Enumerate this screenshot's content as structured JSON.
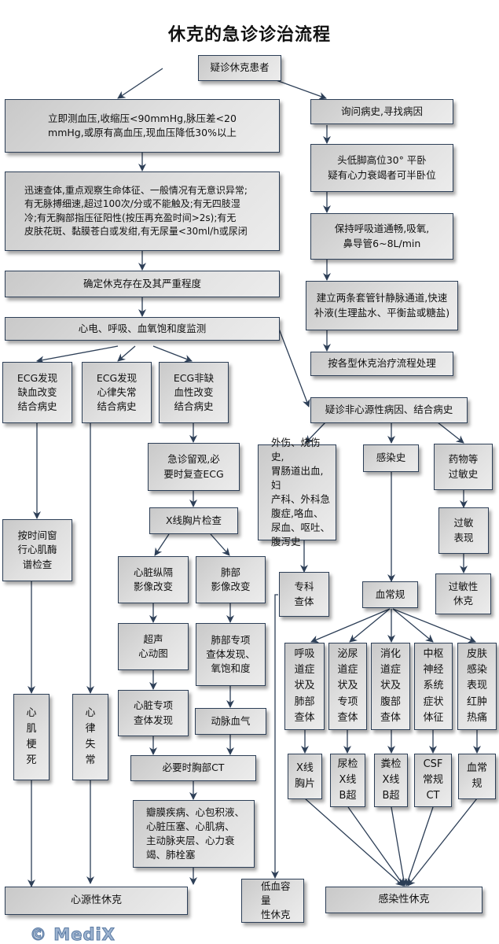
{
  "title": "休克的急诊诊治流程",
  "colors": {
    "line": "#2d3f57",
    "box_border": "#2d3f57",
    "box_fill": "#d9d9d9"
  },
  "nodes": {
    "start": "疑诊休克患者",
    "bp": "立即测血压,收缩压<90mmHg,脉压差<20\nmmHg,或原有高血压,现血压降低30%以上",
    "exam": "迅速查体,重点观察生命体征、一般情况有无意识异常;\n有无脉搏细速,超过100次/分或不能触及;有无四肢湿\n冷;有无胸部指压征阳性(按压再充盈时间>2s);有无\n皮肤花斑、黏膜苍白或发绀,有无尿量<30ml/h或尿闭",
    "confirm": "确定休克存在及其严重程度",
    "monitor": "心电、呼吸、血氧饱和度监测",
    "history": "询问病史,寻找病因",
    "position": "头低脚高位30° 平卧\n疑有心力衰竭者可半卧位",
    "airway": "保持呼吸道通畅,吸氧,\n鼻导管6~8L/min",
    "iv": "建立两条套管针静脉通道,快速\n补液(生理盐水、平衡盐或糖盐)",
    "treat": "按各型休克治疗流程处理",
    "ecg1": "ECG发现\n缺血改变\n结合病史",
    "ecg2": "ECG发现\n心律失常\n结合病史",
    "ecg3": "ECG非缺\n血性改变\n结合病史",
    "observe": "急诊留观,必\n要时复查ECG",
    "xray": "X线胸片检查",
    "cardiac_img": "心脏纵隔\n影像改变",
    "lung_img": "肺部\n影像改变",
    "echo": "超声\n心动图",
    "lung_exam": "肺部专项\n查体发现、\n氧饱和度",
    "cardiac_exam": "心脏专项\n查体发现",
    "abg": "动脉血气",
    "ct": "必要时胸部CT",
    "cardiac_dx": "瓣膜疾病、心包积液、\n心脏压塞、心肌病、\n主动脉夹层、心力衰\n竭、肺栓塞",
    "enzyme": "按时间窗\n行心肌酶\n谱检查",
    "mi": "心\n肌\n梗\n死",
    "arrhythmia": "心\n律\n失\n常",
    "cardiogenic": "心源性休克",
    "noncardiac": "疑诊非心源性病因、结合病史",
    "trauma": "外伤、烧伤史,\n胃肠道出血,妇\n产科、外科急\n腹症,咯血、\n尿血、呕吐、\n腹泻史",
    "infection": "感染史",
    "allergy_hx": "药物等\n过敏史",
    "special_exam": "专科\n查体",
    "cbc": "血常规",
    "allergy_sign": "过敏\n表现",
    "anaphylactic": "过敏性\n休克",
    "resp": "呼吸\n道症\n状及\n肺部\n查体",
    "urinary": "泌尿\n道症\n状及\n专项\n查体",
    "digestive": "消化\n道症\n状及\n腹部\n查体",
    "cns": "中枢\n神经\n系统\n症状\n体征",
    "skin": "皮肤\n感染\n表现\n红肿\n热痛",
    "t_xray": "X线\n胸片",
    "t_urine": "尿检\nX线\nB超",
    "t_stool": "粪检\nX线\nB超",
    "t_csf": "CSF\n常规\nCT",
    "t_cbc": "血常\n规",
    "hypovolemic": "低血容量\n性休克",
    "septic": "感染性休克"
  },
  "watermark": "© MediX"
}
